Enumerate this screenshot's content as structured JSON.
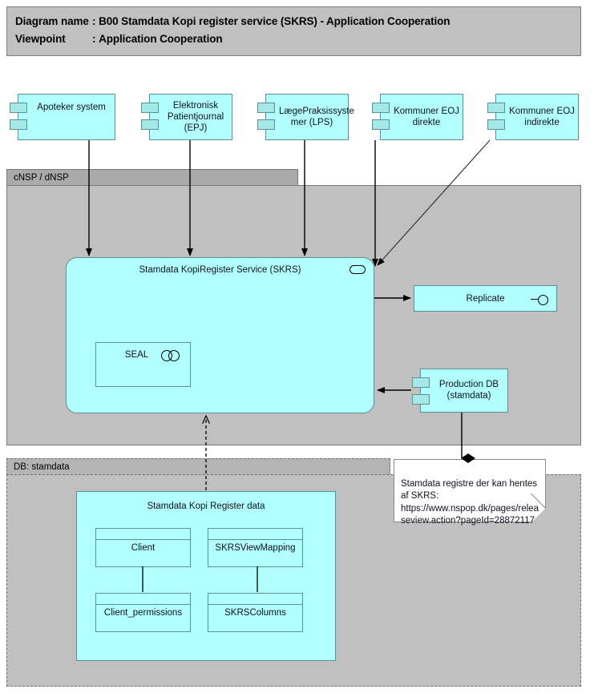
{
  "header": {
    "line1_key": "Diagram name",
    "line1_sep": ":",
    "line1_value": "B00 Stamdata Kopi register service (SKRS) - Application Cooperation",
    "line2_key": "Viewpoint",
    "line2_sep": ":",
    "line2_value": "Application Cooperation"
  },
  "groups": {
    "nsp": {
      "label": "cNSP / dNSP"
    },
    "db": {
      "label": "DB: stamdata"
    }
  },
  "actors": [
    {
      "id": "apoteker",
      "label": "Apoteker system",
      "icon": "component-icon"
    },
    {
      "id": "epj",
      "label": "Elektronisk\nPatientjournal\n(EPJ)",
      "icon": "component-icon"
    },
    {
      "id": "lps",
      "label": "LægePraksissyste\nmer (LPS)",
      "icon": "component-icon"
    },
    {
      "id": "eoj_direkte",
      "label": "Kommuner EOJ\ndirekte",
      "icon": "component-icon"
    },
    {
      "id": "eoj_indirekte",
      "label": "Kommuner EOJ\nindirekte",
      "icon": "component-icon"
    }
  ],
  "service": {
    "label": "Stamdata KopiRegister Service (SKRS)",
    "icon": "application-service-icon"
  },
  "seal": {
    "label": "SEAL",
    "icon": "application-collaboration-icon"
  },
  "replicate": {
    "label": "Replicate",
    "icon": "application-interface-icon"
  },
  "production_db": {
    "label": "Production DB\n(stamdata)",
    "icon": "component-icon"
  },
  "note": {
    "text": "Stamdata registre der kan hentes af SKRS: https://www.nspop.dk/pages/releaseview.action?pageId=28872117"
  },
  "data_container": {
    "label": "Stamdata Kopi Register data"
  },
  "data_objects": [
    {
      "id": "client",
      "label": "Client"
    },
    {
      "id": "skrsviewmapping",
      "label": "SKRSViewMapping"
    },
    {
      "id": "client_permissions",
      "label": "Client_permissions"
    },
    {
      "id": "skrscolumns",
      "label": "SKRSColumns"
    }
  ],
  "colors": {
    "element_fill": "#B2FFFF",
    "element_stroke": "#5D8F8F",
    "group_fill": "#C0C0C0",
    "group_tab_fill": "#AAAAAA",
    "note_fill": "#FFFFFF",
    "line": "#000000",
    "text": "#10101E"
  }
}
